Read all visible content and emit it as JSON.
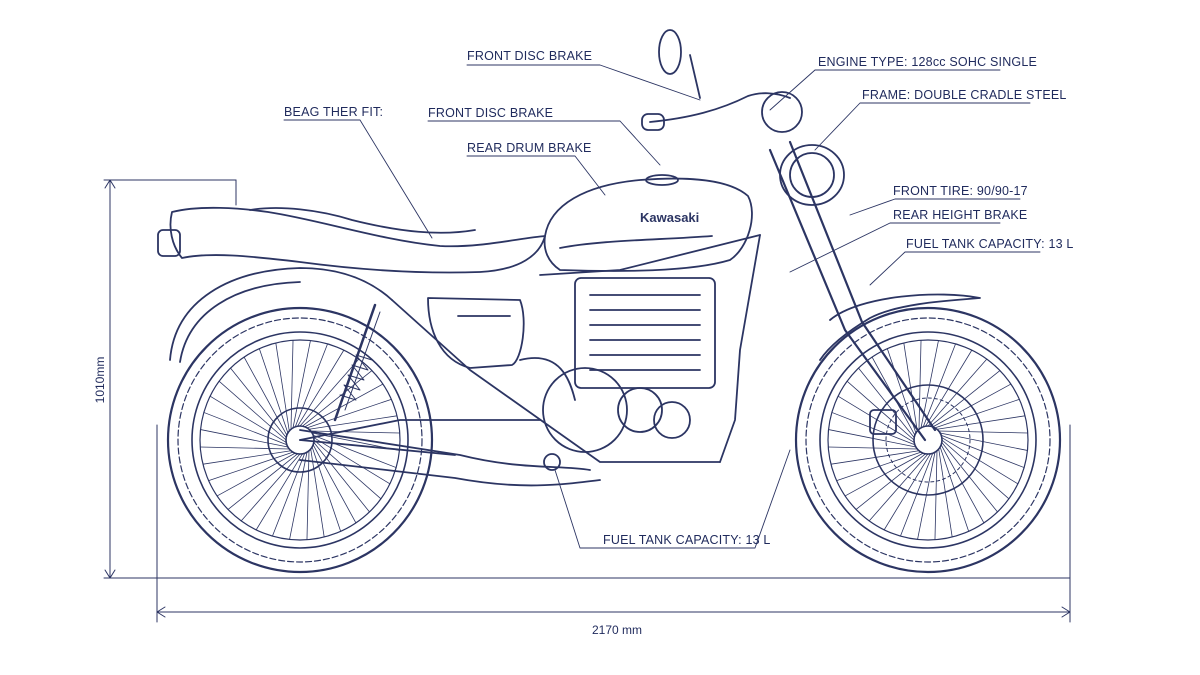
{
  "colors": {
    "ink": "#2c3563",
    "text": "#1f2a5c",
    "background": "#ffffff"
  },
  "brand": "Kawasaki",
  "labels": {
    "front_disc_brake_top": "FRONT DISC BRAKE",
    "rear_tire_garbled": "BEAG THER FIT:",
    "front_disc_brake_garbled": "FRONT DISC BRAKE",
    "rear_drum_brake": "REAR DRUM BRAKE",
    "engine_type": "ENGINE TYPE: 128cc SOHC SINGLE",
    "frame": "FRAME: DOUBLE CRADLE STEEL",
    "front_tire": "FRONT TIRE: 90/90-17",
    "rear_height_brake": "REAR HEIGHT BRAKE",
    "fuel_tank_right": "FUEL TANK CAPACITY: 13 L",
    "fuel_tank_bottom": "FUEL TANK CAPACITY: 13 L"
  },
  "dimensions": {
    "height": "1010mm",
    "length": "2170 mm"
  }
}
